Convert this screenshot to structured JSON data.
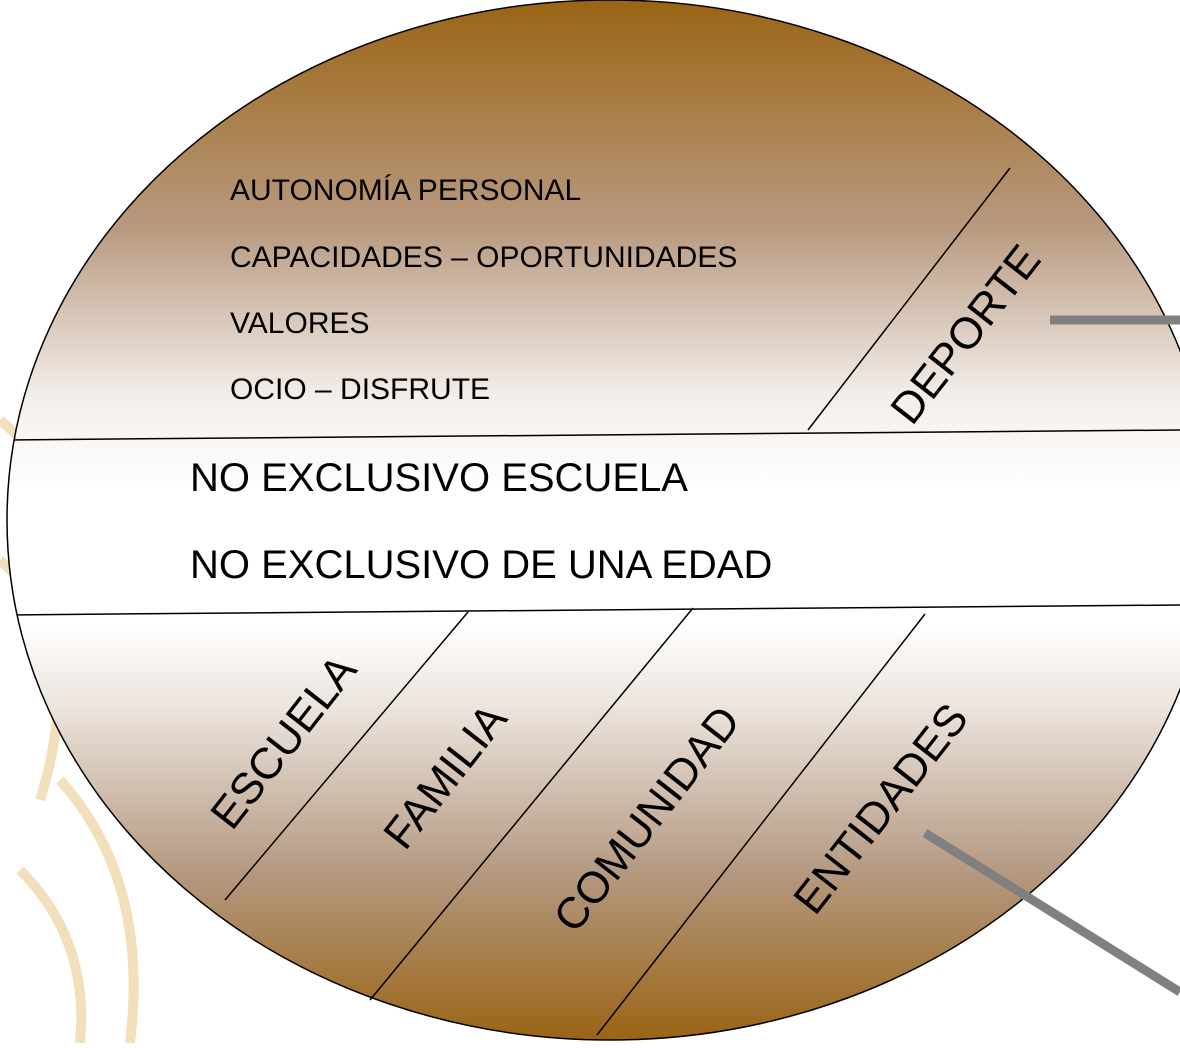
{
  "colors": {
    "background": "#ffffff",
    "ellipse_edge": "#9a6a1e",
    "ellipse_inner": "#ffffff",
    "watermark": "#f1dcb4",
    "pointer": "#808080",
    "line": "#000000"
  },
  "top_section": {
    "items": [
      "AUTONOMÍA PERSONAL",
      "CAPACIDADES – OPORTUNIDADES",
      "VALORES",
      "OCIO – DISFRUTE"
    ],
    "side_label": "DEPORTE"
  },
  "middle_band": {
    "lines": [
      "NO EXCLUSIVO ESCUELA",
      "NO EXCLUSIVO DE UNA EDAD"
    ]
  },
  "bottom_section": {
    "segments": [
      "ESCUELA",
      "FAMILIA",
      "COMUNIDAD",
      "ENTIDADES"
    ]
  }
}
